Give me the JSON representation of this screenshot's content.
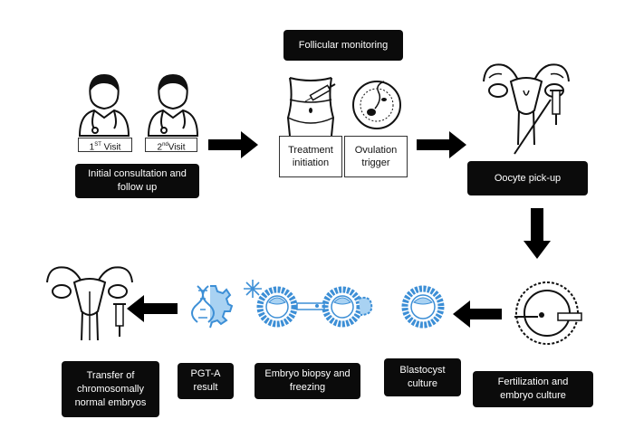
{
  "colors": {
    "dark_box": "#0b0b0b",
    "arrow": "#000000",
    "embryo_blue": "#3d8fd6",
    "embryo_light": "#a9d2f2"
  },
  "steps": {
    "initial": {
      "label": "Initial consultation and\nfollow up",
      "visit1_num": "1",
      "visit1_sup": "ST",
      "visit1_text": " Visit",
      "visit2_num": "2",
      "visit2_sup": "nd",
      "visit2_text": "Visit"
    },
    "follicular": {
      "label": "Follicular monitoring",
      "treatment": "Treatment\ninitiation",
      "ovulation": "Ovulation\ntrigger"
    },
    "oocyte": {
      "label": "Oocyte pick-up"
    },
    "fertilization": {
      "label": "Fertilization and\nembryo culture"
    },
    "blastocyst": {
      "label": "Blastocyst\nculture"
    },
    "biopsy": {
      "label": "Embryo biopsy and\nfreezing"
    },
    "pgta": {
      "label": "PGT-A\nresult"
    },
    "transfer": {
      "label": "Transfer of\nchromosomally\nnormal embryos"
    }
  },
  "icons": [
    "doctor-icon",
    "abdomen-injection-icon",
    "sperm-egg-icon",
    "uterus-icon",
    "oocyte-icon",
    "blastocyst-icon",
    "biopsy-icon",
    "snowflake-icon",
    "dna-gear-icon",
    "uterus-transfer-icon"
  ]
}
